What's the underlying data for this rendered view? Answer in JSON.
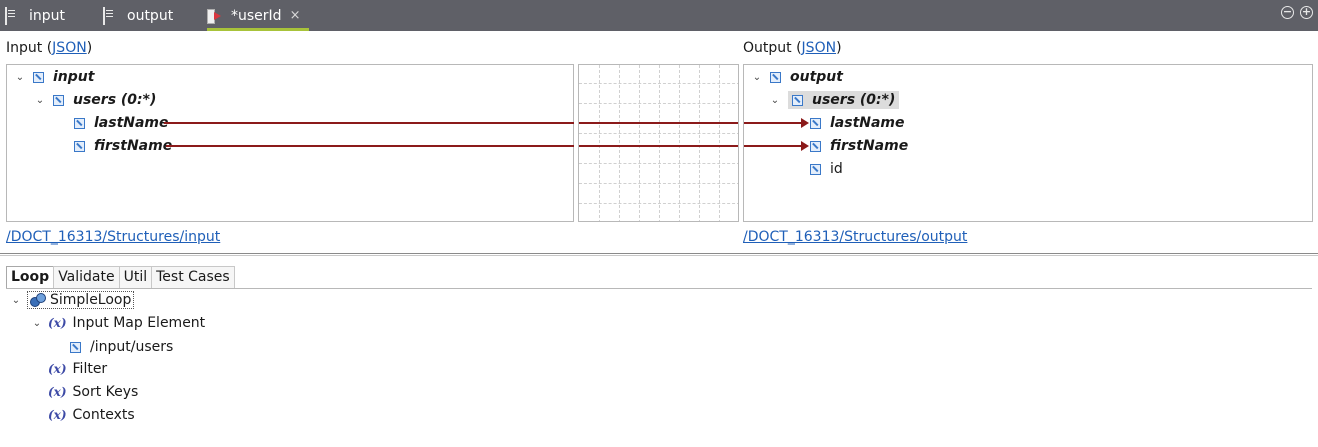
{
  "tabs": [
    {
      "label": "input",
      "icon": "document-icon"
    },
    {
      "label": "output",
      "icon": "document-icon"
    },
    {
      "label": "*userId",
      "icon": "map-icon",
      "active": true,
      "close": "×"
    }
  ],
  "window_buttons": {
    "minimize": "−",
    "maximize": "+"
  },
  "input_panel": {
    "label_prefix": "Input (",
    "format_link": "JSON",
    "label_suffix": ")",
    "path": "/DOCT_16313/Structures/input",
    "tree": [
      {
        "label": "input",
        "chevron": "⌄"
      },
      {
        "label": "users (0:*)",
        "chevron": "⌄"
      },
      {
        "label": "lastName"
      },
      {
        "label": "firstName"
      }
    ]
  },
  "output_panel": {
    "label_prefix": "Output (",
    "format_link": "JSON",
    "label_suffix": ")",
    "path": "/DOCT_16313/Structures/output",
    "tree": [
      {
        "label": "output",
        "chevron": "⌄"
      },
      {
        "label": "users (0:*)",
        "chevron": "⌄",
        "selected": true
      },
      {
        "label": "lastName"
      },
      {
        "label": "firstName"
      },
      {
        "label": "id"
      }
    ]
  },
  "mappings": [
    {
      "from": "lastName",
      "to": "lastName"
    },
    {
      "from": "firstName",
      "to": "firstName"
    }
  ],
  "bottom_tabs": [
    {
      "label": "Loop",
      "active": true
    },
    {
      "label": "Validate"
    },
    {
      "label": "Util"
    },
    {
      "label": "Test Cases"
    }
  ],
  "loop_tree": {
    "root": "SimpleLoop",
    "input_map_element": "Input Map Element",
    "input_path": "/input/users",
    "filter": "Filter",
    "sort_keys": "Sort Keys",
    "contexts": "Contexts",
    "expr_icon": "(x)",
    "chevron": "⌄"
  },
  "colors": {
    "tabbar": "#5f6067",
    "active_tab_underline": "#a8c33a",
    "mapping_line": "#8b1a1a",
    "link": "#1f5fb8"
  }
}
